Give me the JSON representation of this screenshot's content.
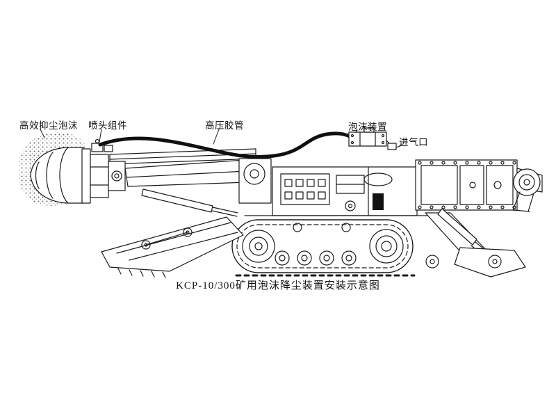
{
  "diagram": {
    "labels": {
      "foam": "高效抑尘泡沫",
      "nozzle": "喷头组件",
      "hose": "高压胶管",
      "foam_device": "泡沫装置",
      "air_inlet": "进气口"
    },
    "caption": "KCP-10/300矿用泡沫降尘装置安装示意图",
    "colors": {
      "line": "#1a1a1a",
      "background": "#ffffff",
      "hose": "#101010"
    }
  }
}
